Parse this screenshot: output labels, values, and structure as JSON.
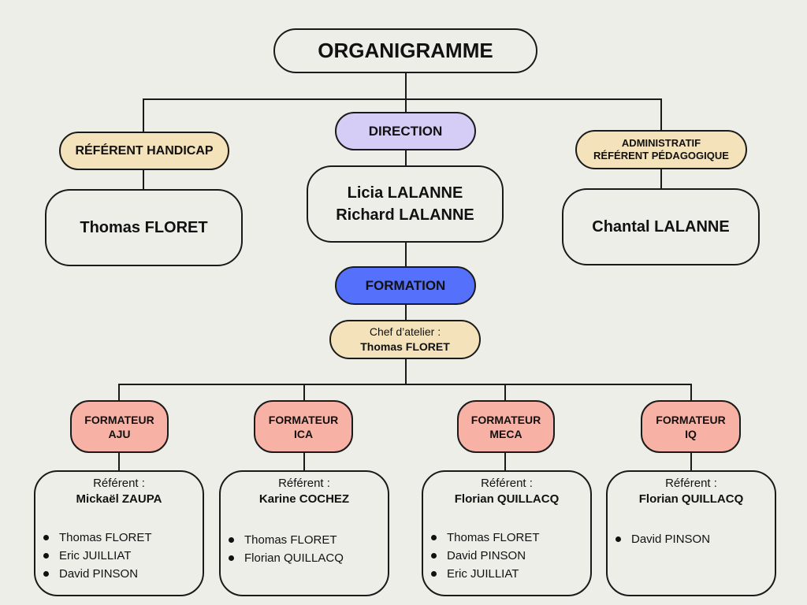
{
  "title": "ORGANIGRAMME",
  "direction": {
    "label": "DIRECTION",
    "people": [
      "Licia LALANNE",
      "Richard LALANNE"
    ]
  },
  "referent_handicap": {
    "label": "RÉFÉRENT HANDICAP",
    "person": "Thomas FLORET"
  },
  "administratif": {
    "label_line1": "ADMINISTRATIF",
    "label_line2": "RÉFÉRENT PÉDAGOGIQUE",
    "person": "Chantal LALANNE"
  },
  "formation": {
    "label": "FORMATION",
    "chef_label": "Chef d’atelier :",
    "chef_name": "Thomas FLORET"
  },
  "formateurs": [
    {
      "title_line1": "FORMATEUR",
      "title_line2": "AJU",
      "referent_label": "Référent :",
      "referent_name": "Mickaël ZAUPA",
      "members": [
        "Thomas FLORET",
        "Eric JUILLIAT",
        "David PINSON"
      ]
    },
    {
      "title_line1": "FORMATEUR",
      "title_line2": "ICA",
      "referent_label": "Référent :",
      "referent_name": "Karine COCHEZ",
      "members": [
        "Thomas FLORET",
        "Florian QUILLACQ"
      ]
    },
    {
      "title_line1": "FORMATEUR",
      "title_line2": "MECA",
      "referent_label": "Référent :",
      "referent_name": "Florian QUILLACQ",
      "members": [
        "Thomas FLORET",
        "David PINSON",
        "Eric JUILLIAT"
      ]
    },
    {
      "title_line1": "FORMATEUR",
      "title_line2": "IQ",
      "referent_label": "Référent :",
      "referent_name": "Florian QUILLACQ",
      "members": [
        "David PINSON"
      ]
    }
  ],
  "colors": {
    "background": "#eeeee9",
    "direction": "#d5cdf5",
    "referent": "#f4e2ba",
    "formation": "#5570fb",
    "formateur": "#f8b2a5"
  }
}
